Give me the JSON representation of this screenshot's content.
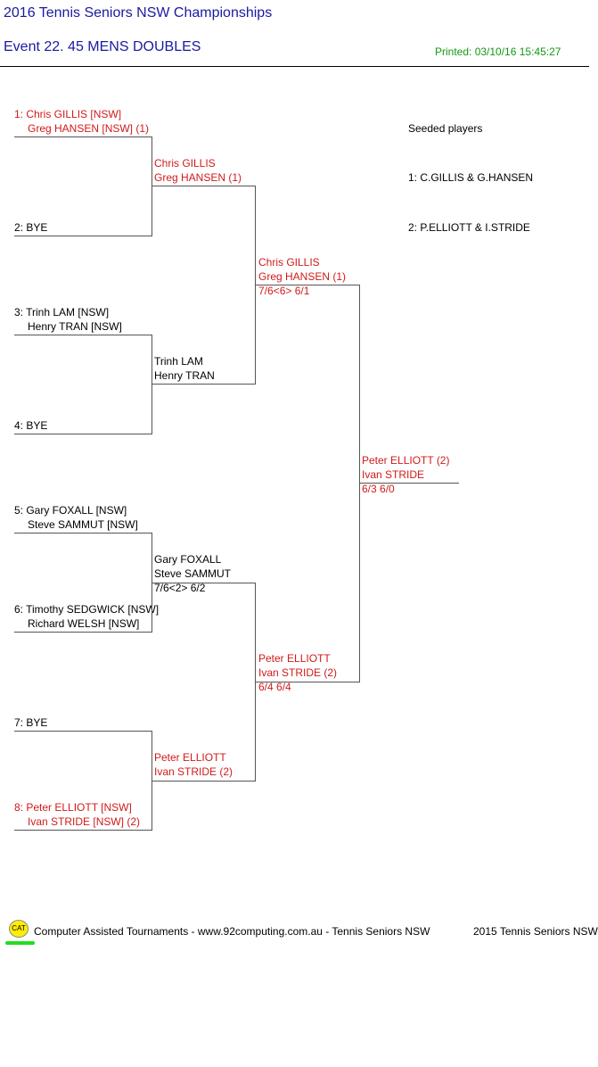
{
  "header": {
    "title": "2016 Tennis Seniors NSW Championships",
    "event": "Event 22. 45 MENS DOUBLES",
    "printed": "Printed: 03/10/16 15:45:27"
  },
  "seeded": {
    "heading": "Seeded players",
    "list": [
      "1: C.GILLIS & G.HANSEN",
      "2: P.ELLIOTT & I.STRIDE"
    ]
  },
  "round1": [
    {
      "line1": "1: Chris GILLIS [NSW]",
      "line2": "Greg HANSEN [NSW] (1)"
    },
    {
      "line1": "2: BYE",
      "line2": ""
    },
    {
      "line1": "3: Trinh LAM [NSW]",
      "line2": "Henry TRAN [NSW]"
    },
    {
      "line1": "4: BYE",
      "line2": ""
    },
    {
      "line1": "5: Gary FOXALL [NSW]",
      "line2": "Steve SAMMUT [NSW]"
    },
    {
      "line1": "6: Timothy SEDGWICK [NSW]",
      "line2": "Richard WELSH [NSW]"
    },
    {
      "line1": "7: BYE",
      "line2": ""
    },
    {
      "line1": "8: Peter ELLIOTT [NSW]",
      "line2": "Ivan STRIDE [NSW] (2)"
    }
  ],
  "round2": [
    {
      "line1": "Chris GILLIS",
      "line2": "Greg HANSEN (1)",
      "score": ""
    },
    {
      "line1": "Trinh LAM",
      "line2": "Henry TRAN",
      "score": ""
    },
    {
      "line1": "Gary FOXALL",
      "line2": "Steve SAMMUT",
      "score": "7/6<2> 6/2"
    },
    {
      "line1": "Peter ELLIOTT",
      "line2": "Ivan STRIDE (2)",
      "score": ""
    }
  ],
  "semis": [
    {
      "line1": "Chris GILLIS",
      "line2": "Greg HANSEN (1)",
      "score": "7/6<6> 6/1"
    },
    {
      "line1": "Peter ELLIOTT",
      "line2": "Ivan STRIDE (2)",
      "score": "6/4 6/4"
    }
  ],
  "final": {
    "line1": "Peter ELLIOTT (2)",
    "line2": "Ivan STRIDE",
    "score": "6/3 6/0"
  },
  "footer": {
    "logo": "CAT",
    "credit": "Computer Assisted Tournaments - www.92computing.com.au -  Tennis Seniors NSW",
    "copyright": "2015 Tennis Seniors NSW"
  },
  "colors": {
    "title": "#1a1aa0",
    "seed": "#d11a1a",
    "printed": "#119911"
  }
}
